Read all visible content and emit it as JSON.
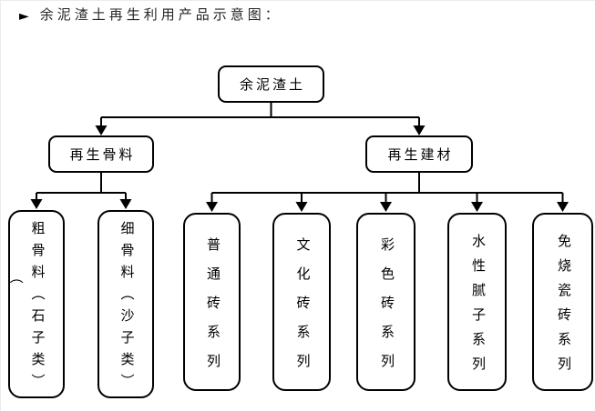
{
  "page": {
    "title_marker": "►",
    "title_text": "余泥渣土再生利用产品示意图："
  },
  "diagram": {
    "root": {
      "label": "余泥渣土"
    },
    "branches": [
      {
        "label": "再生骨料"
      },
      {
        "label": "再生建材"
      }
    ],
    "leaves": [
      {
        "label": "粗骨料（石子类）",
        "parent": "再生骨料"
      },
      {
        "label": "细骨料（沙子类）",
        "parent": "再生骨料"
      },
      {
        "label": "普通砖系列",
        "parent": "再生建材"
      },
      {
        "label": "文化砖系列",
        "parent": "再生建材"
      },
      {
        "label": "彩色砖系列",
        "parent": "再生建材"
      },
      {
        "label": "水性腻子系列",
        "parent": "再生建材"
      },
      {
        "label": "免烧瓷砖系列",
        "parent": "再生建材"
      }
    ],
    "stray_paren": "（",
    "colors": {
      "line": "#000000",
      "border": "#000000",
      "text": "#262626",
      "background": "#ffffff"
    }
  }
}
